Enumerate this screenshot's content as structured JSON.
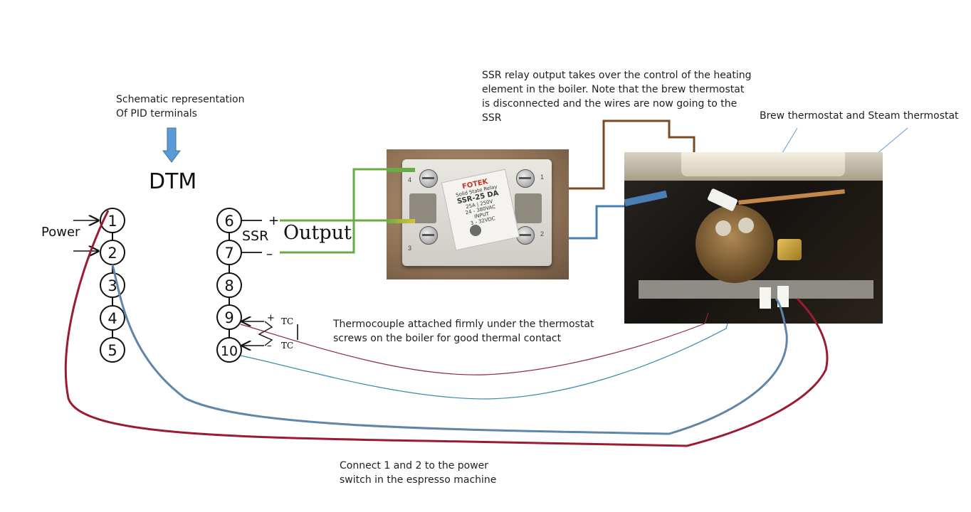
{
  "notes": {
    "schematic": [
      "Schematic representation",
      "Of PID terminals"
    ],
    "ssr_relay": [
      "SSR relay output takes over the control of the heating",
      "element in the boiler. Note that the brew thermostat",
      "is disconnected and the wires are now going to the",
      "SSR"
    ],
    "thermostats": "Brew thermostat and  Steam thermostat",
    "thermocouple": [
      "Thermocouple attached firmly under the thermostat",
      "screws on the boiler for good thermal contact"
    ],
    "power_switch": [
      "Connect 1 and 2 to the power",
      "switch in the espresso machine"
    ]
  },
  "labels": {
    "dtm": "DTM",
    "power": "Power",
    "ssr": "SSR",
    "output": "Output",
    "plus": "+",
    "minus": "–",
    "tc_top": "TC",
    "tc_bottom": "TC",
    "tc_plus": "+",
    "tc_minus": "–"
  },
  "terminals": {
    "left": [
      "1",
      "2",
      "3",
      "4",
      "5"
    ],
    "right": [
      "6",
      "7",
      "8",
      "9",
      "10"
    ]
  },
  "ssr_photo": {
    "brand": "FOTEK",
    "model": "SSR-25 DA",
    "type": "Solid State Relay",
    "rating": "25A | 250V",
    "input": "INPUT",
    "input_range": "3 - 32VDC",
    "output_range": "24 - 380VAC",
    "pin_1": "1",
    "pin_2": "2",
    "pin_3": "3",
    "pin_4": "4"
  },
  "colors": {
    "green_wire": "#6aab45",
    "brown_wire": "#7a4a22",
    "blue_wire": "#4a7fb5",
    "red_wire": "#9b1b30",
    "thin_red": "#8b2a3a",
    "thin_blue": "#3a8aa8",
    "arrow": "#5b9bd5"
  }
}
